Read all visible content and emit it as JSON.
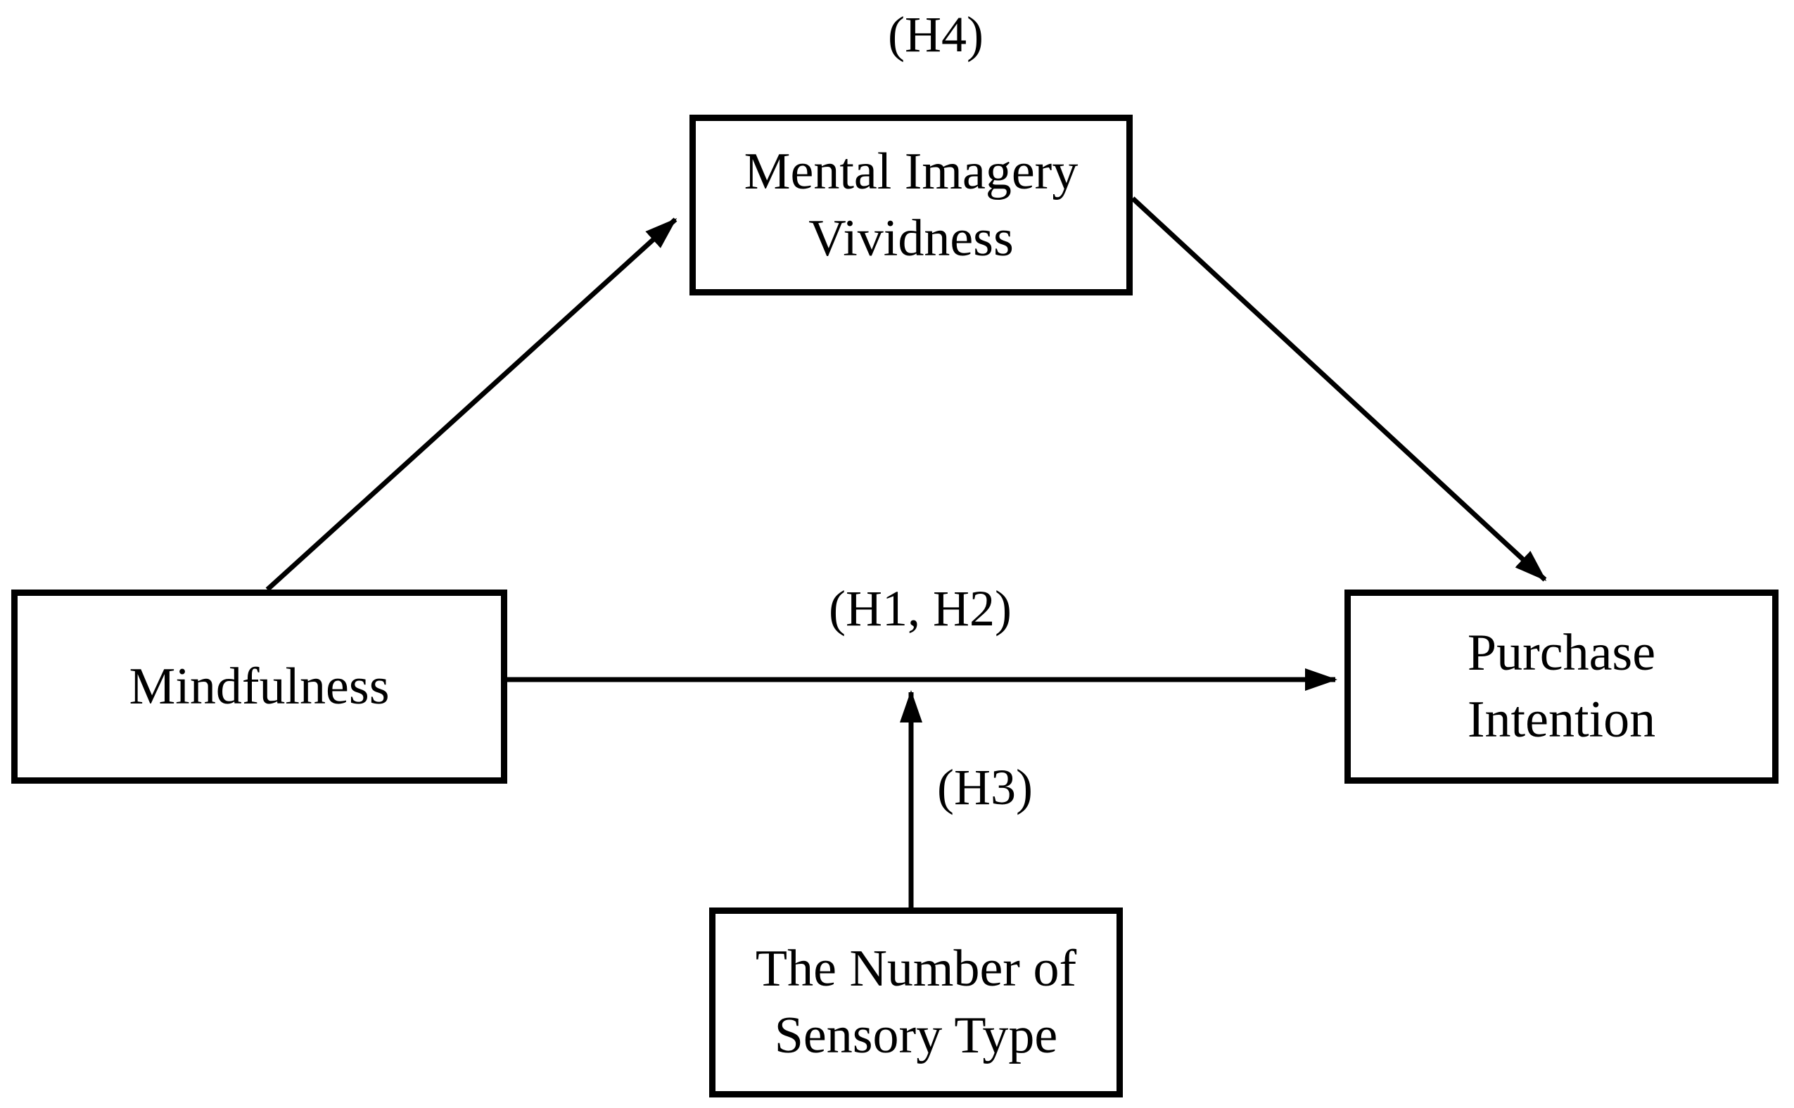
{
  "figure": {
    "type": "conceptual-model-diagram",
    "background_color": "#ffffff",
    "line_color": "#000000"
  },
  "nodes": {
    "independent": {
      "line1": "Mindfulness"
    },
    "mediator": {
      "line1": "Mental Imagery",
      "line2": "Vividness"
    },
    "dependent": {
      "line1": "Purchase",
      "line2": "Intention"
    },
    "moderator": {
      "line1": "The Number of",
      "line2": "Sensory Type"
    }
  },
  "hypothesis_labels": {
    "h4": "(H4)",
    "h1_h2": "(H1, H2)",
    "h3": "(H3)"
  },
  "arrows": {
    "mindfulness_to_mediator": "Mindfulness -> Mental Imagery Vividness",
    "mediator_to_dependent": "Mental Imagery Vividness -> Purchase Intention",
    "mindfulness_to_dependent": "Mindfulness -> Purchase Intention (H1, H2)",
    "moderator_to_path": "The Number of Sensory Type -> direct path (H3)"
  }
}
